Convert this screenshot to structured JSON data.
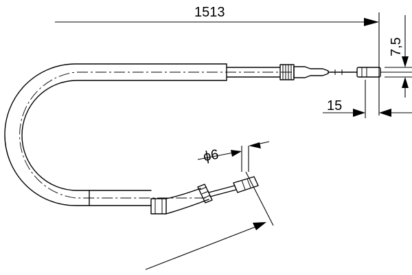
{
  "drawing": {
    "dimensions": {
      "length": "1513",
      "ferrule_offset": "7,5",
      "end_length": "15",
      "diameter": "ϕ6"
    }
  }
}
